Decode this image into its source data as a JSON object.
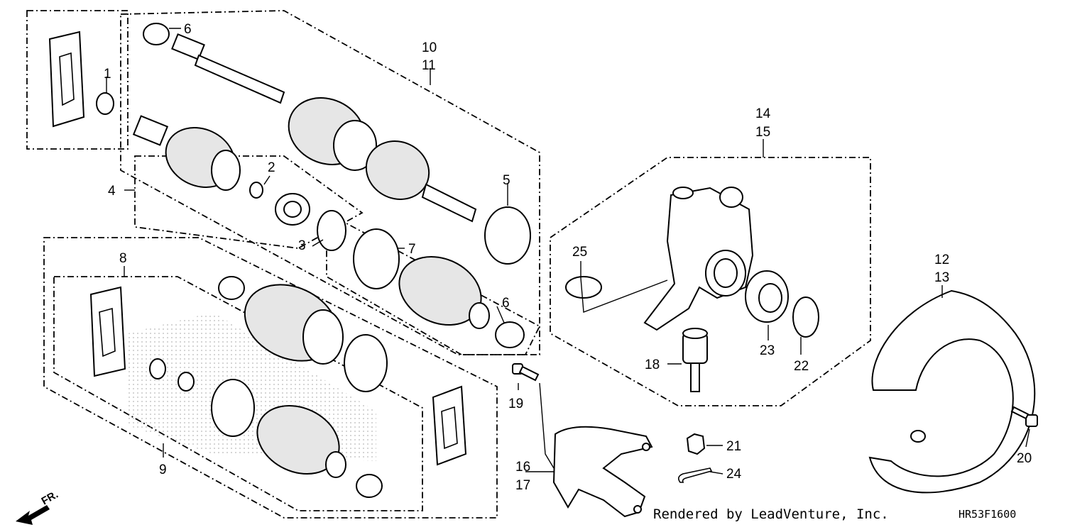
{
  "diagram": {
    "callouts": [
      {
        "id": "c1",
        "label": "1"
      },
      {
        "id": "c2",
        "label": "2"
      },
      {
        "id": "c3",
        "label": "3"
      },
      {
        "id": "c4",
        "label": "4"
      },
      {
        "id": "c5",
        "label": "5"
      },
      {
        "id": "c6a",
        "label": "6"
      },
      {
        "id": "c6b",
        "label": "6"
      },
      {
        "id": "c7",
        "label": "7"
      },
      {
        "id": "c8",
        "label": "8"
      },
      {
        "id": "c9",
        "label": "9"
      },
      {
        "id": "c10",
        "label": "10"
      },
      {
        "id": "c11",
        "label": "11"
      },
      {
        "id": "c12",
        "label": "12"
      },
      {
        "id": "c13",
        "label": "13"
      },
      {
        "id": "c14",
        "label": "14"
      },
      {
        "id": "c15",
        "label": "15"
      },
      {
        "id": "c16",
        "label": "16"
      },
      {
        "id": "c17",
        "label": "17"
      },
      {
        "id": "c18",
        "label": "18"
      },
      {
        "id": "c19",
        "label": "19"
      },
      {
        "id": "c20",
        "label": "20"
      },
      {
        "id": "c21",
        "label": "21"
      },
      {
        "id": "c22",
        "label": "22"
      },
      {
        "id": "c23",
        "label": "23"
      },
      {
        "id": "c24",
        "label": "24"
      },
      {
        "id": "c25",
        "label": "25"
      }
    ],
    "front_marker": "FR.",
    "credit": "Rendered by LeadVenture, Inc.",
    "diagram_code": "HR53F1600"
  }
}
